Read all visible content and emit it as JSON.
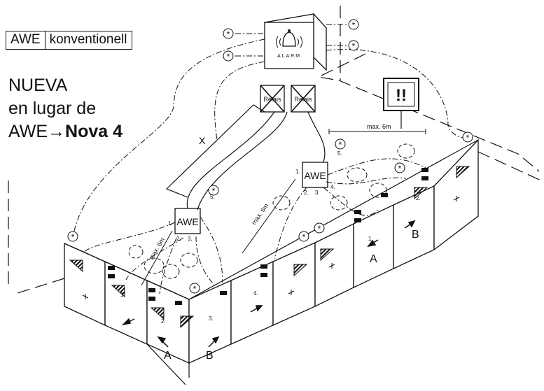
{
  "badge": {
    "left": "AWE",
    "right": "konventionell"
  },
  "title": {
    "line1": "NUEVA",
    "line2": "en lugar de",
    "line3_prefix": "AWE→",
    "line3_bold": "Nova 4"
  },
  "alarm_label": "ALARM",
  "relais_label": "Relais",
  "warning_label": "!!",
  "awe_label": "AWE",
  "distance_label": "max. 6m",
  "cable_label": "X",
  "sensor_symbol": "*",
  "terminal_labels": [
    "1.",
    "2.",
    "3.",
    "4.",
    "5."
  ],
  "zone_labels": [
    "A",
    "B"
  ]
}
